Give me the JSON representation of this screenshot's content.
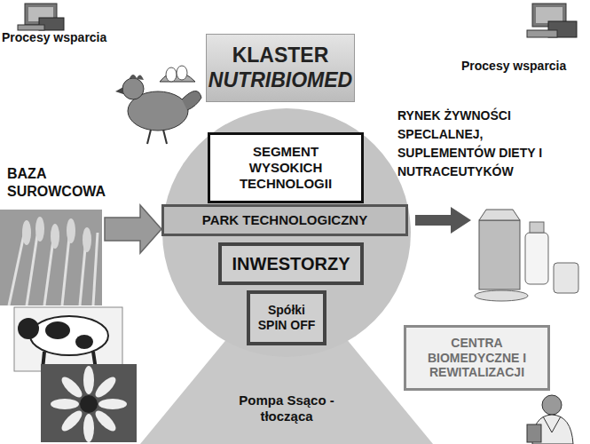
{
  "diagram": {
    "nodes": [
      {
        "text": [
          "KLASTER",
          "NUTRIBIOMED"
        ]
      },
      {
        "text": [
          "SEGMENT WYSOKICH TECHNOLOGII"
        ]
      },
      {
        "text": [
          "PARK TECHNOLOGICZNY"
        ]
      },
      {
        "text": [
          "INWESTORZY"
        ]
      },
      {
        "text": [
          "Spółki SPIN OFF"
        ]
      },
      {
        "text": [
          "Pompa Ssąco - tłocząca"
        ]
      },
      {
        "text": [
          "CENTRA BIOMEDYCZNE I REWITALIZACJI"
        ]
      }
    ],
    "labels": [
      "Procesy wsparcia",
      "Procesy wsparcia",
      "BAZA SUROWCOWA",
      "RYNEK ŻYWNOŚCI SPECLALNEJ, SUPLEMENTÓW DIETY I NUTRACEUTYKÓW"
    ]
  }
}
